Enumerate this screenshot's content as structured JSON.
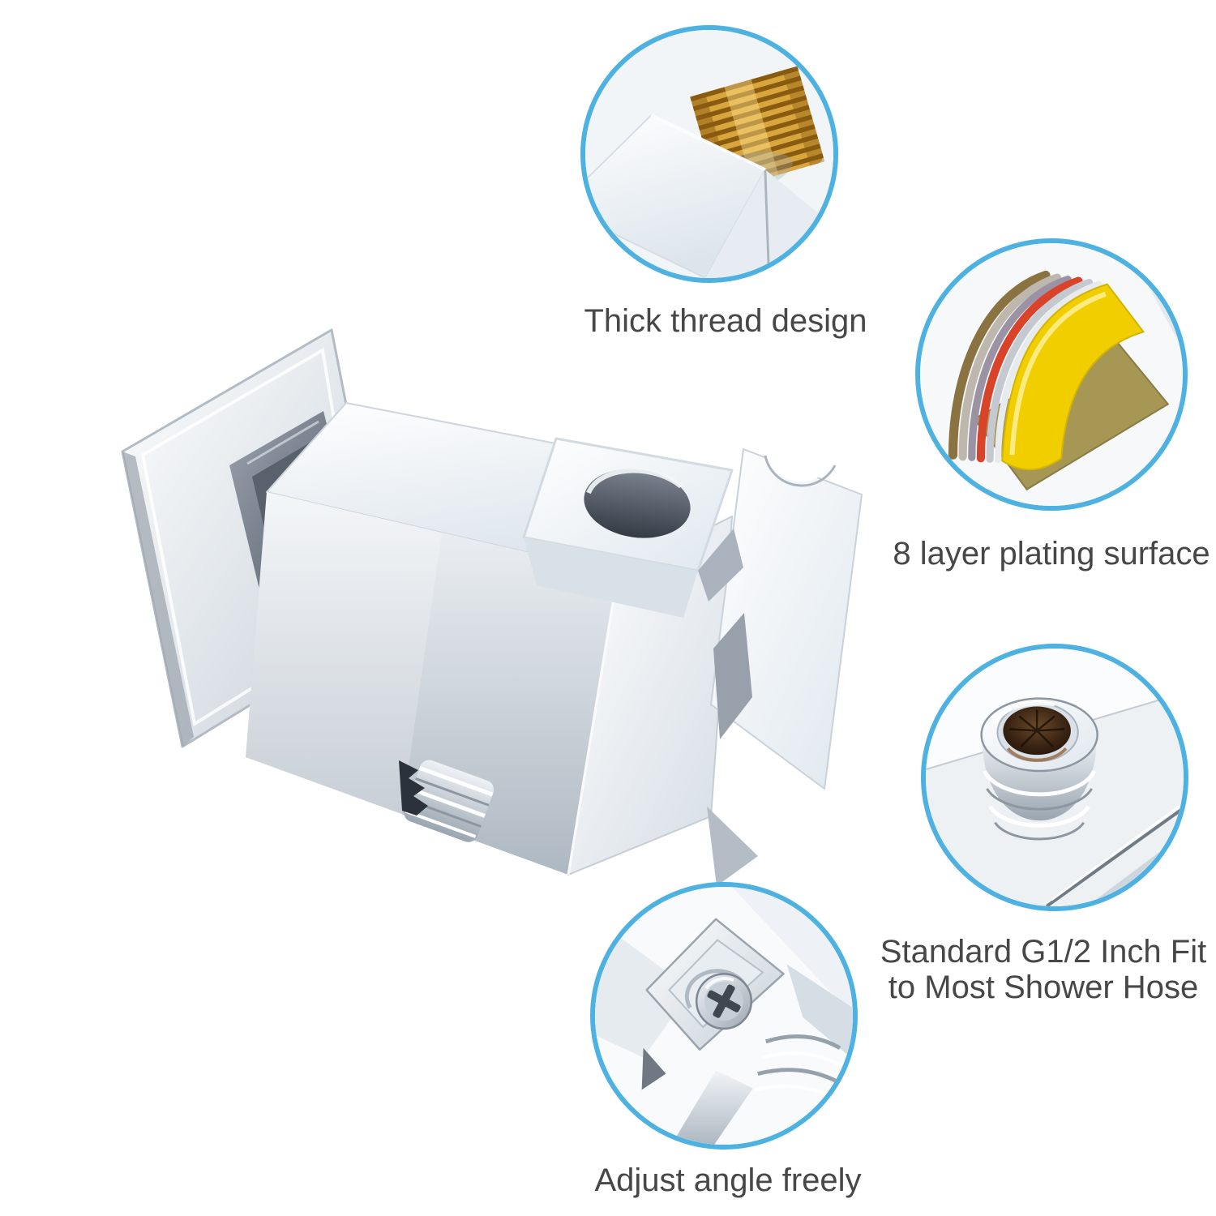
{
  "page": {
    "kind": "product-feature-photo",
    "background": "#ffffff"
  },
  "product": {
    "image": "chrome-square-handheld-shower-holder-photo"
  },
  "callouts": [
    {
      "id": "thread-design",
      "label": "Thick thread design",
      "image": "brass-thread-macro"
    },
    {
      "id": "plating",
      "label": "8 layer plating surface",
      "image": "plating-layers-macro"
    },
    {
      "id": "g12-fit",
      "label": "Standard G1/2 Inch Fit to Most Shower Hose",
      "label_line1": "Standard G1/2 Inch Fit",
      "label_line2": "to Most Shower Hose",
      "image": "g12-thread-connector-macro"
    },
    {
      "id": "adjust-angle",
      "label": "Adjust angle freely",
      "image": "swivel-mechanism-macro"
    }
  ],
  "colors": {
    "accent_ring": "#4DB2E2",
    "label_text": "#474747",
    "brass": "#C99433",
    "plating_yellow": "#F1CE00",
    "chrome_light": "#EDF1F5"
  }
}
